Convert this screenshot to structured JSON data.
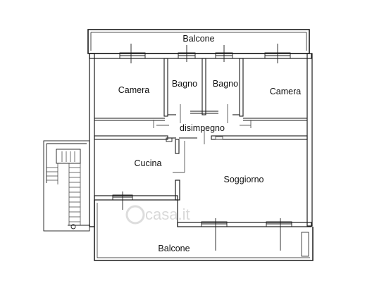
{
  "plan": {
    "rooms": {
      "balcone_top": "Balcone",
      "camera_left": "Camera",
      "bagno_left": "Bagno",
      "bagno_right": "Bagno",
      "camera_right": "Camera",
      "disimpegno": "disimpegno",
      "cucina": "Cucina",
      "soggiorno": "Soggiorno",
      "balcone_bottom": "Balcone"
    },
    "watermark": "casa.it"
  },
  "colors": {
    "wall": "#1a1a1a",
    "thin_line": "#555555",
    "watermark": "#d9d9d9",
    "background": "#ffffff"
  }
}
